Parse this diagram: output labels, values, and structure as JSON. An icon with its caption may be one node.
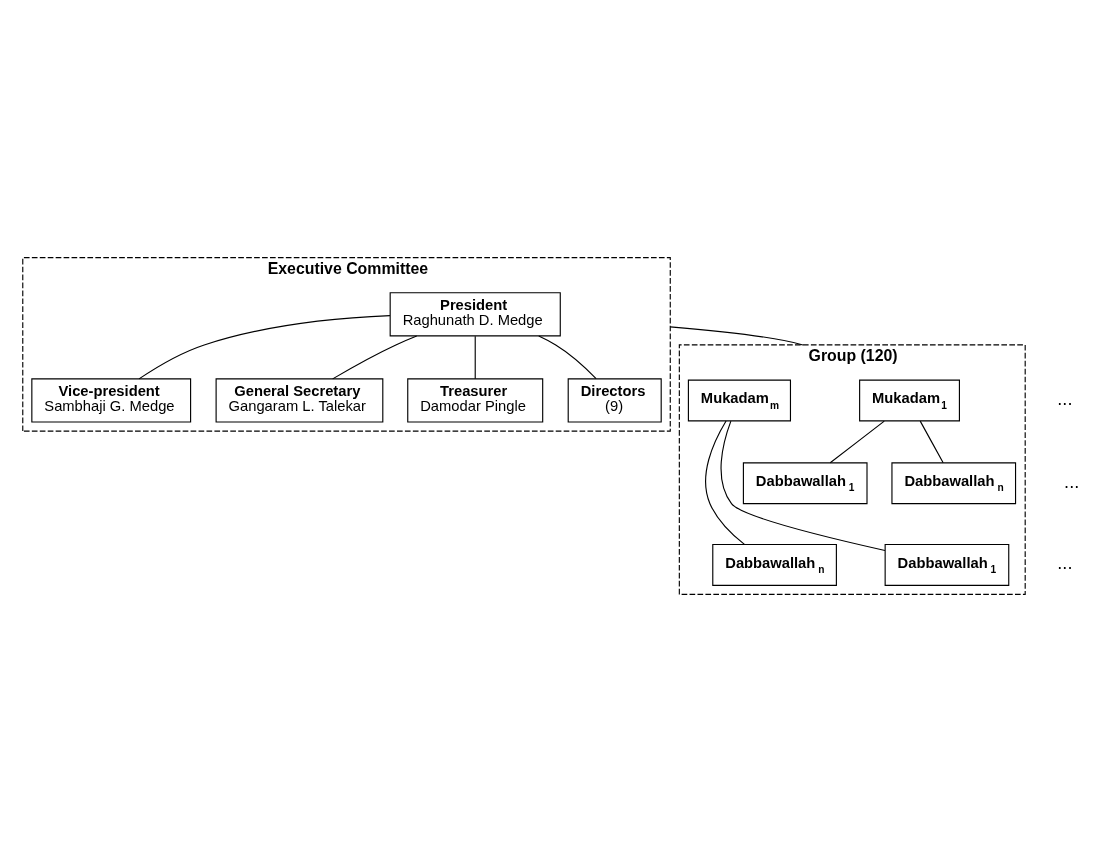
{
  "diagram": {
    "nodes": [
      {
        "text": [
          "Executive Committee"
        ]
      },
      {
        "text": [
          "President",
          "Raghunath D. Medge"
        ],
        "in": 0
      },
      {
        "text": [
          "Vice-president",
          "Sambhaji G. Medge"
        ],
        "in": 0
      },
      {
        "text": [
          "General Secretary",
          "Gangaram L. Talekar"
        ],
        "in": 0
      },
      {
        "text": [
          "Treasurer",
          "Damodar Pingle"
        ],
        "in": 0
      },
      {
        "text": [
          "Directors",
          "(9)"
        ],
        "in": 0
      },
      {
        "text": [
          "Group (120)"
        ]
      },
      {
        "text": [
          "Mukadam$_{1}$"
        ],
        "in": 6
      },
      {
        "text": [
          "Mukadam$_{m}$"
        ],
        "in": 6
      },
      {
        "text": [
          "Dabbawallah$_{1}$"
        ],
        "in": 6
      },
      {
        "text": [
          "Dabbawallah$_{n}$"
        ],
        "in": 6
      },
      {
        "text": [
          "Dabbawallah$_{1}$"
        ],
        "in": 6
      },
      {
        "text": [
          "Dabbawallah$_{n}$"
        ],
        "in": 6
      }
    ],
    "edges": [
      {
        "from": 1,
        "to": 2,
        "arrow": "none"
      },
      {
        "from": 1,
        "to": 3,
        "arrow": "none"
      },
      {
        "from": 1,
        "to": 4,
        "arrow": "none"
      },
      {
        "from": 1,
        "to": 5,
        "arrow": "none"
      },
      {
        "from": 0,
        "to": 6,
        "arrow": "none"
      },
      {
        "from": 7,
        "to": 9,
        "arrow": "none"
      },
      {
        "from": 7,
        "to": 10,
        "arrow": "none"
      },
      {
        "from": 8,
        "to": 11,
        "arrow": "none"
      },
      {
        "from": 8,
        "to": 12,
        "arrow": "none"
      }
    ],
    "labels": [
      "...",
      "...",
      "..."
    ]
  }
}
